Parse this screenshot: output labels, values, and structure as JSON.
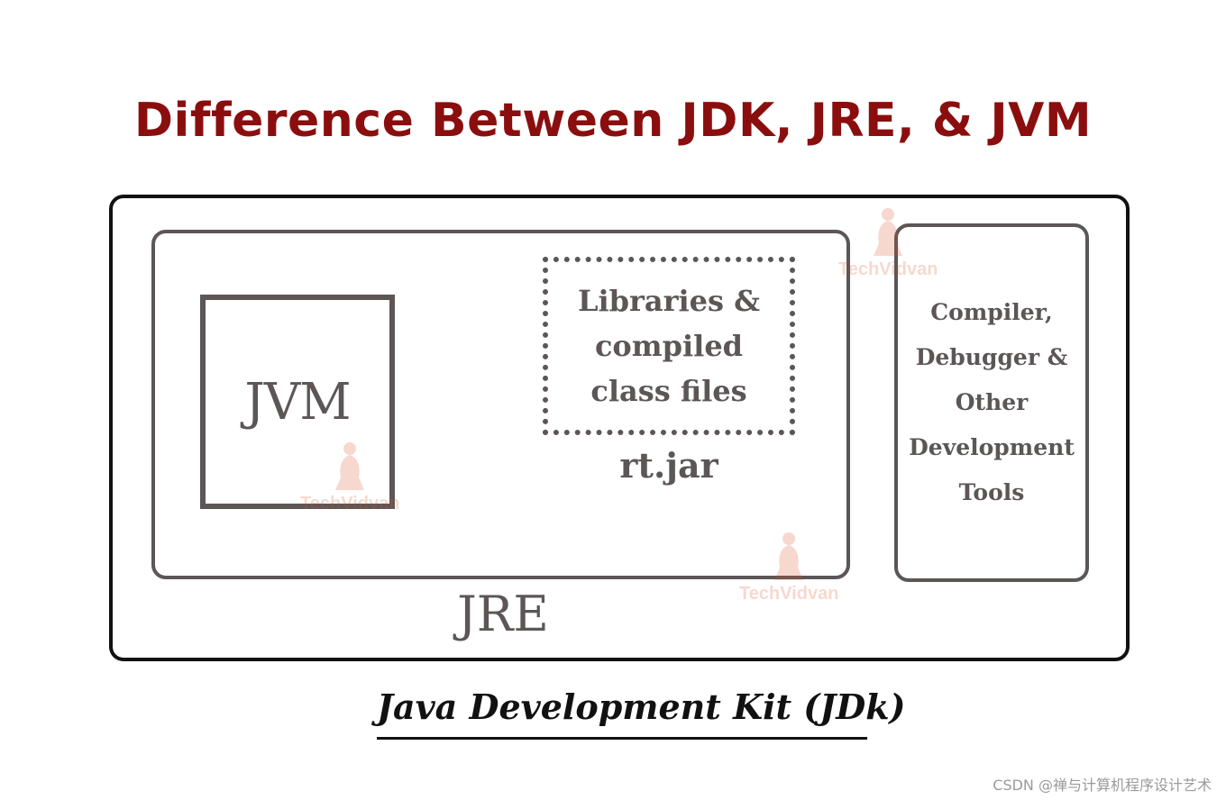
{
  "title": "Difference Between JDK, JRE, & JVM",
  "jdk": {
    "caption": "Java Development Kit (JDk)"
  },
  "jre": {
    "label": "JRE"
  },
  "jvm": {
    "label": "JVM"
  },
  "libraries": {
    "lines": [
      "Libraries &",
      "compiled",
      "class files"
    ],
    "jar_label": "rt.jar"
  },
  "tools": {
    "lines": [
      "Compiler,",
      "Debugger &",
      "Other",
      "Development",
      "Tools"
    ]
  },
  "watermark": {
    "text": "TechVidvan"
  },
  "credit": "CSDN @禅与计算机程序设计艺术",
  "colors": {
    "title": "#8b0e0e",
    "box_border": "#5c5656",
    "outer_border": "#111111",
    "watermark": "#d9502a"
  }
}
